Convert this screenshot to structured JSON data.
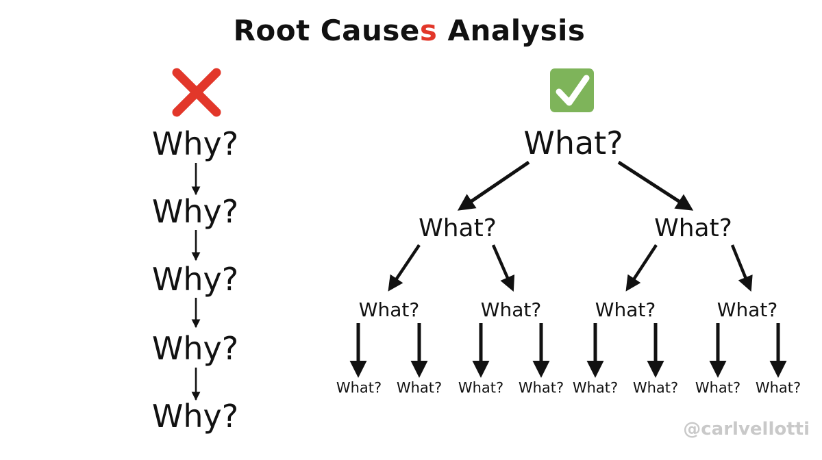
{
  "title": {
    "part1": "Root Cause",
    "accent_letter": "s",
    "part2": " Analysis"
  },
  "colors": {
    "accent": "#e2372a",
    "check_bg": "#7eb45a",
    "text": "#111111",
    "handle": "#c9c9c9"
  },
  "wrong": {
    "icon": "cross-icon",
    "chain": [
      "Why?",
      "Why?",
      "Why?",
      "Why?",
      "Why?"
    ]
  },
  "right": {
    "icon": "checkmark-icon",
    "tree": {
      "root": "What?",
      "level1": [
        "What?",
        "What?"
      ],
      "level2": [
        "What?",
        "What?",
        "What?",
        "What?"
      ],
      "level3": [
        "What?",
        "What?",
        "What?",
        "What?",
        "What?",
        "What?",
        "What?",
        "What?"
      ]
    }
  },
  "handle": "@carlvellotti"
}
